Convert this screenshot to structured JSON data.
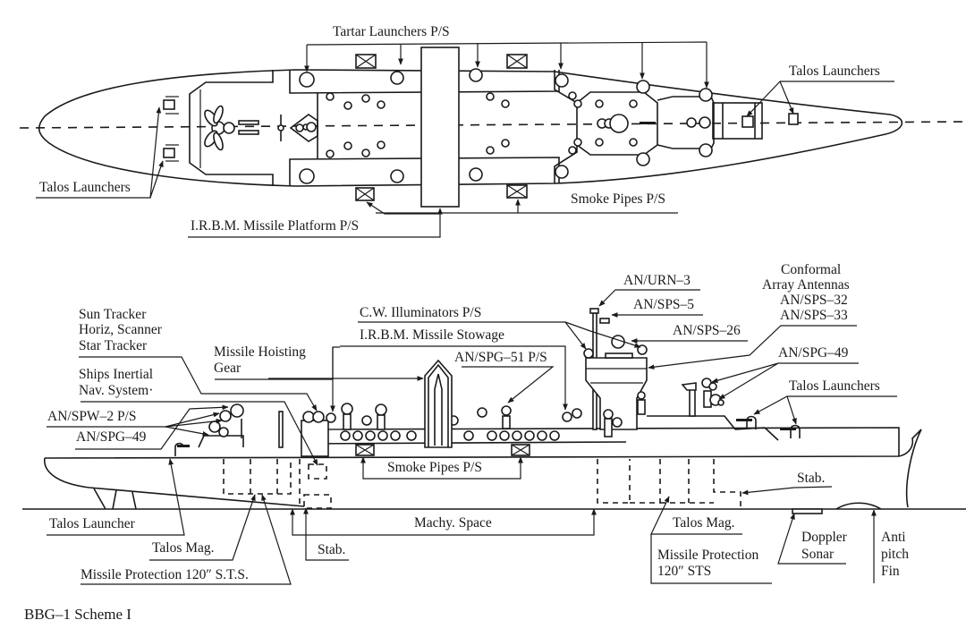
{
  "caption": "BBG–1 Scheme I",
  "plan_view": {
    "labels": {
      "tartar_launchers": "Tartar Launchers P/S",
      "talos_launchers_fwd": "Talos Launchers",
      "talos_launchers_aft": "Talos Launchers",
      "smoke_pipes": "Smoke Pipes P/S",
      "irbm_platform": "I.R.B.M. Missile Platform P/S"
    }
  },
  "profile_view": {
    "labels": {
      "sun_tracker": [
        "Sun Tracker",
        "Horiz, Scanner",
        "Star Tracker"
      ],
      "missile_hoisting": [
        "Missile Hoisting",
        "Gear"
      ],
      "ships_inertial": [
        "Ships Inertial",
        "Nav. System·"
      ],
      "an_spw2": "AN/SPW–2 P/S",
      "an_spg49_aft": "AN/SPG–49",
      "cw_illuminators": "C.W. Illuminators P/S",
      "irbm_stowage": "I.R.B.M. Missile Stowage",
      "an_spg51": "AN/SPG–51 P/S",
      "an_urn3": "AN/URN–3",
      "an_sps5": "AN/SPS–5",
      "an_sps26": "AN/SPS–26",
      "conformal": [
        "Conformal",
        "Array Antennas",
        "AN/SPS–32",
        "AN/SPS–33"
      ],
      "an_spg49_fwd": "AN/SPG–49",
      "talos_launchers_fwd": "Talos Launchers",
      "smoke_pipes": "Smoke Pipes P/S",
      "stab_fwd": "Stab.",
      "talos_launcher_aft": "Talos Launcher",
      "talos_mag_aft": "Talos Mag.",
      "missile_protection_aft": "Missile Protection  120″ S.T.S.",
      "stab_aft": "Stab.",
      "machy_space": "Machy. Space",
      "talos_mag_fwd": "Talos Mag.",
      "missile_protection_fwd": [
        "Missile Protection",
        "120″ STS"
      ],
      "doppler_sonar": [
        "Doppler",
        "Sonar"
      ],
      "anti_pitch_fin": [
        "Anti",
        "pitch",
        "Fin"
      ]
    }
  }
}
